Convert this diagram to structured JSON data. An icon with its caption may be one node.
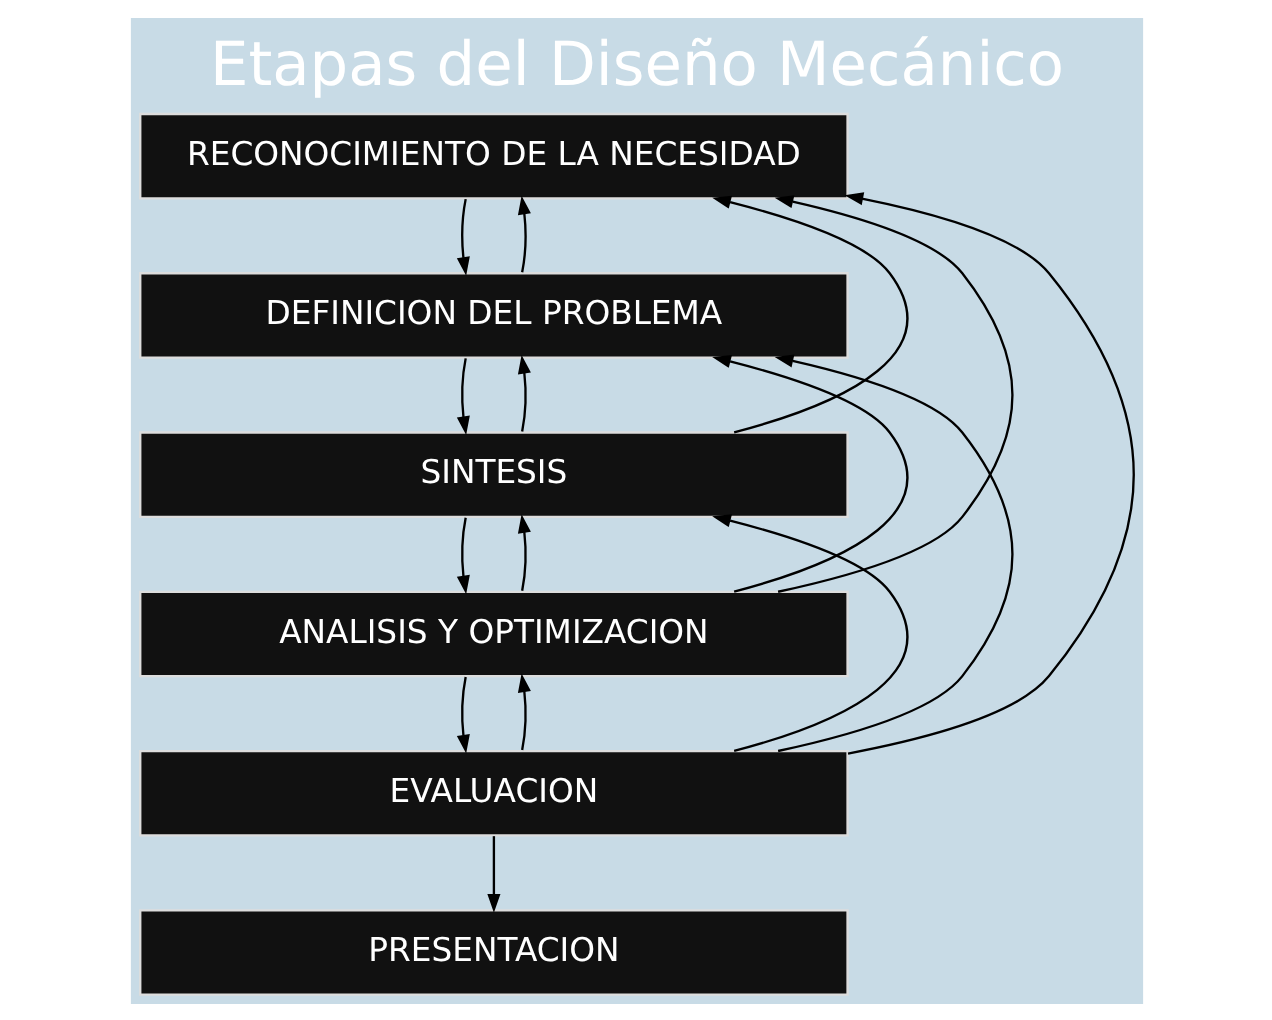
{
  "diagram": {
    "title": "Etapas del Diseño Mecánico",
    "nodes": [
      {
        "text": [
          "RECONOCIMIENTO DE LA NECESIDAD"
        ]
      },
      {
        "text": [
          "DEFINICION DEL PROBLEMA"
        ]
      },
      {
        "text": [
          "SINTESIS"
        ]
      },
      {
        "text": [
          "ANALISIS Y OPTIMIZACION"
        ]
      },
      {
        "text": [
          "EVALUACION"
        ]
      },
      {
        "text": [
          "PRESENTACION"
        ]
      }
    ],
    "edges": [
      {
        "from": 0,
        "to": 1,
        "arrow": "to"
      },
      {
        "from": 1,
        "to": 2,
        "arrow": "to"
      },
      {
        "from": 2,
        "to": 3,
        "arrow": "to"
      },
      {
        "from": 3,
        "to": 4,
        "arrow": "to"
      },
      {
        "from": 4,
        "to": 5,
        "arrow": "to"
      },
      {
        "from": 1,
        "to": 0,
        "arrow": "to"
      },
      {
        "from": 3,
        "to": 0,
        "arrow": "to"
      },
      {
        "from": 3,
        "to": 1,
        "arrow": "to"
      },
      {
        "from": 4,
        "to": 1,
        "arrow": "to"
      },
      {
        "from": 2,
        "to": 0,
        "arrow": "to"
      },
      {
        "from": 2,
        "to": 1,
        "arrow": "to"
      },
      {
        "from": 4,
        "to": 0,
        "arrow": "to"
      },
      {
        "from": 4,
        "to": 2,
        "arrow": "to"
      },
      {
        "from": 3,
        "to": 2,
        "arrow": "to"
      },
      {
        "from": 4,
        "to": 3,
        "arrow": "to"
      }
    ]
  }
}
